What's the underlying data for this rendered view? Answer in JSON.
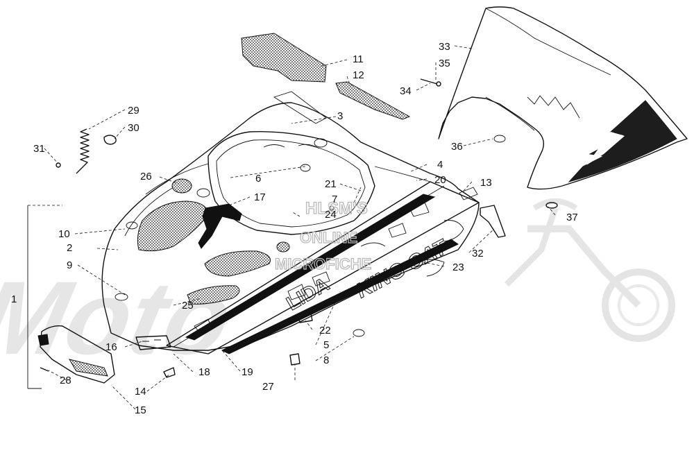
{
  "watermark": {
    "line1": "HLSM'S",
    "line2": "ONLINE",
    "line3": "MICROFICHE",
    "brand": "Moto"
  },
  "callouts": [
    "1",
    "2",
    "3",
    "4",
    "5",
    "6",
    "7",
    "8",
    "9",
    "10",
    "11",
    "12",
    "13",
    "14",
    "15",
    "16",
    "17",
    "18",
    "19",
    "20",
    "21",
    "22",
    "23",
    "24",
    "25",
    "26",
    "27",
    "28",
    "29",
    "30",
    "31",
    "32",
    "33",
    "34",
    "35",
    "36",
    "37"
  ],
  "decal_text": {
    "side": "LIDA",
    "logo": "KING CAT"
  }
}
